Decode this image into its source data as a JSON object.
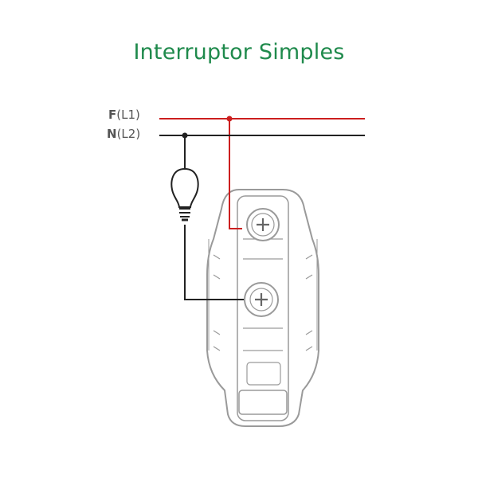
{
  "diagram": {
    "title": "Interruptor Simples",
    "line1": {
      "code": "F",
      "suffix": "(L1)"
    },
    "line2": {
      "code": "N",
      "suffix": "(L2)"
    },
    "colors": {
      "title": "#1f8a4c",
      "phase_wire": "#cc1f1f",
      "neutral_wire": "#222222",
      "outline": "#9a9a9a"
    }
  }
}
